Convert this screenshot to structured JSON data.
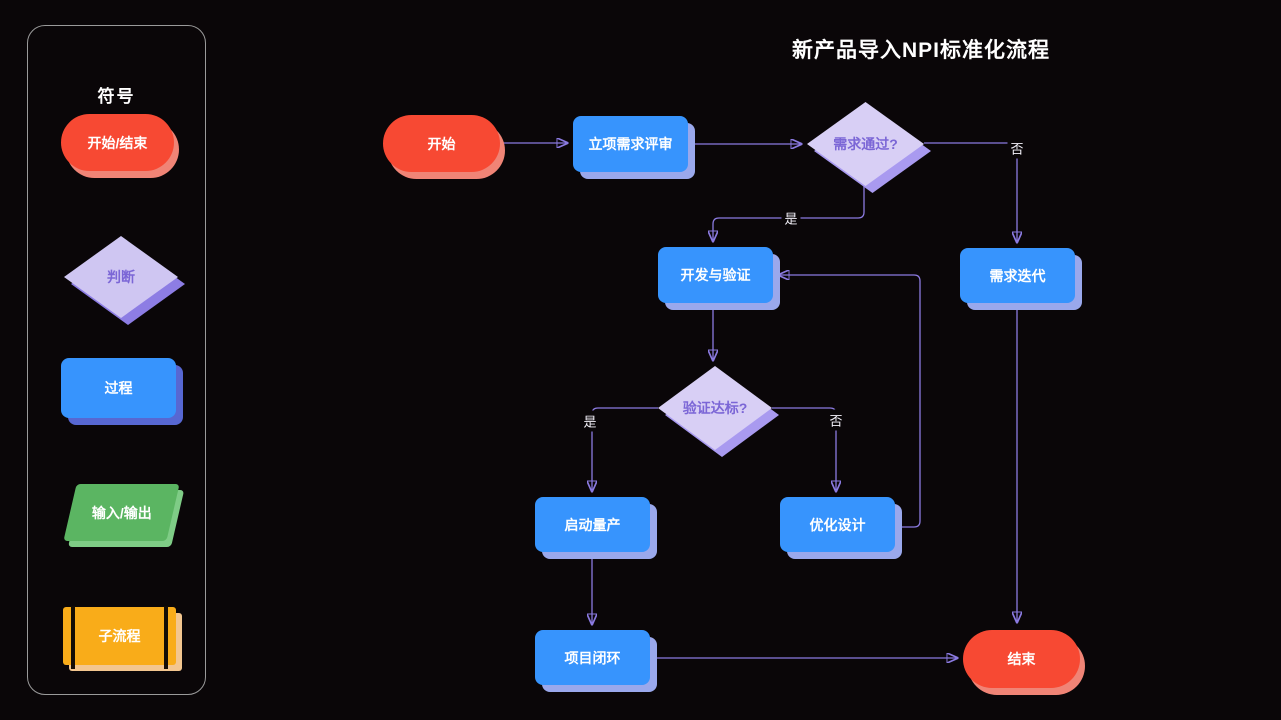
{
  "title": "新产品导入NPI标准化流程",
  "legend": {
    "title": "符号",
    "items": [
      {
        "label": "开始/结束",
        "shape": "terminator"
      },
      {
        "label": "判断",
        "shape": "decision"
      },
      {
        "label": "过程",
        "shape": "process"
      },
      {
        "label": "输入/输出",
        "shape": "input-output"
      },
      {
        "label": "子流程",
        "shape": "subprocess"
      }
    ]
  },
  "nodes": {
    "start": "开始",
    "review": "立项需求评审",
    "req_pass": "需求通过?",
    "dev_verify": "开发与验证",
    "req_iterate": "需求迭代",
    "verify_pass": "验证达标?",
    "mass_production": "启动量产",
    "optimize_design": "优化设计",
    "project_close": "项目闭环",
    "end": "结束"
  },
  "edge_labels": {
    "req_pass_no": "否",
    "req_pass_yes": "是",
    "verify_pass_yes": "是",
    "verify_pass_no": "否"
  },
  "colors": {
    "background": "#0a0608",
    "terminator": "#f74933",
    "process": "#3794fd",
    "decision_fill": "#d8cff5",
    "decision_text": "#7b66d6",
    "io": "#5bb562",
    "subprocess": "#f9ac19",
    "connector": "#8b7ae0"
  }
}
